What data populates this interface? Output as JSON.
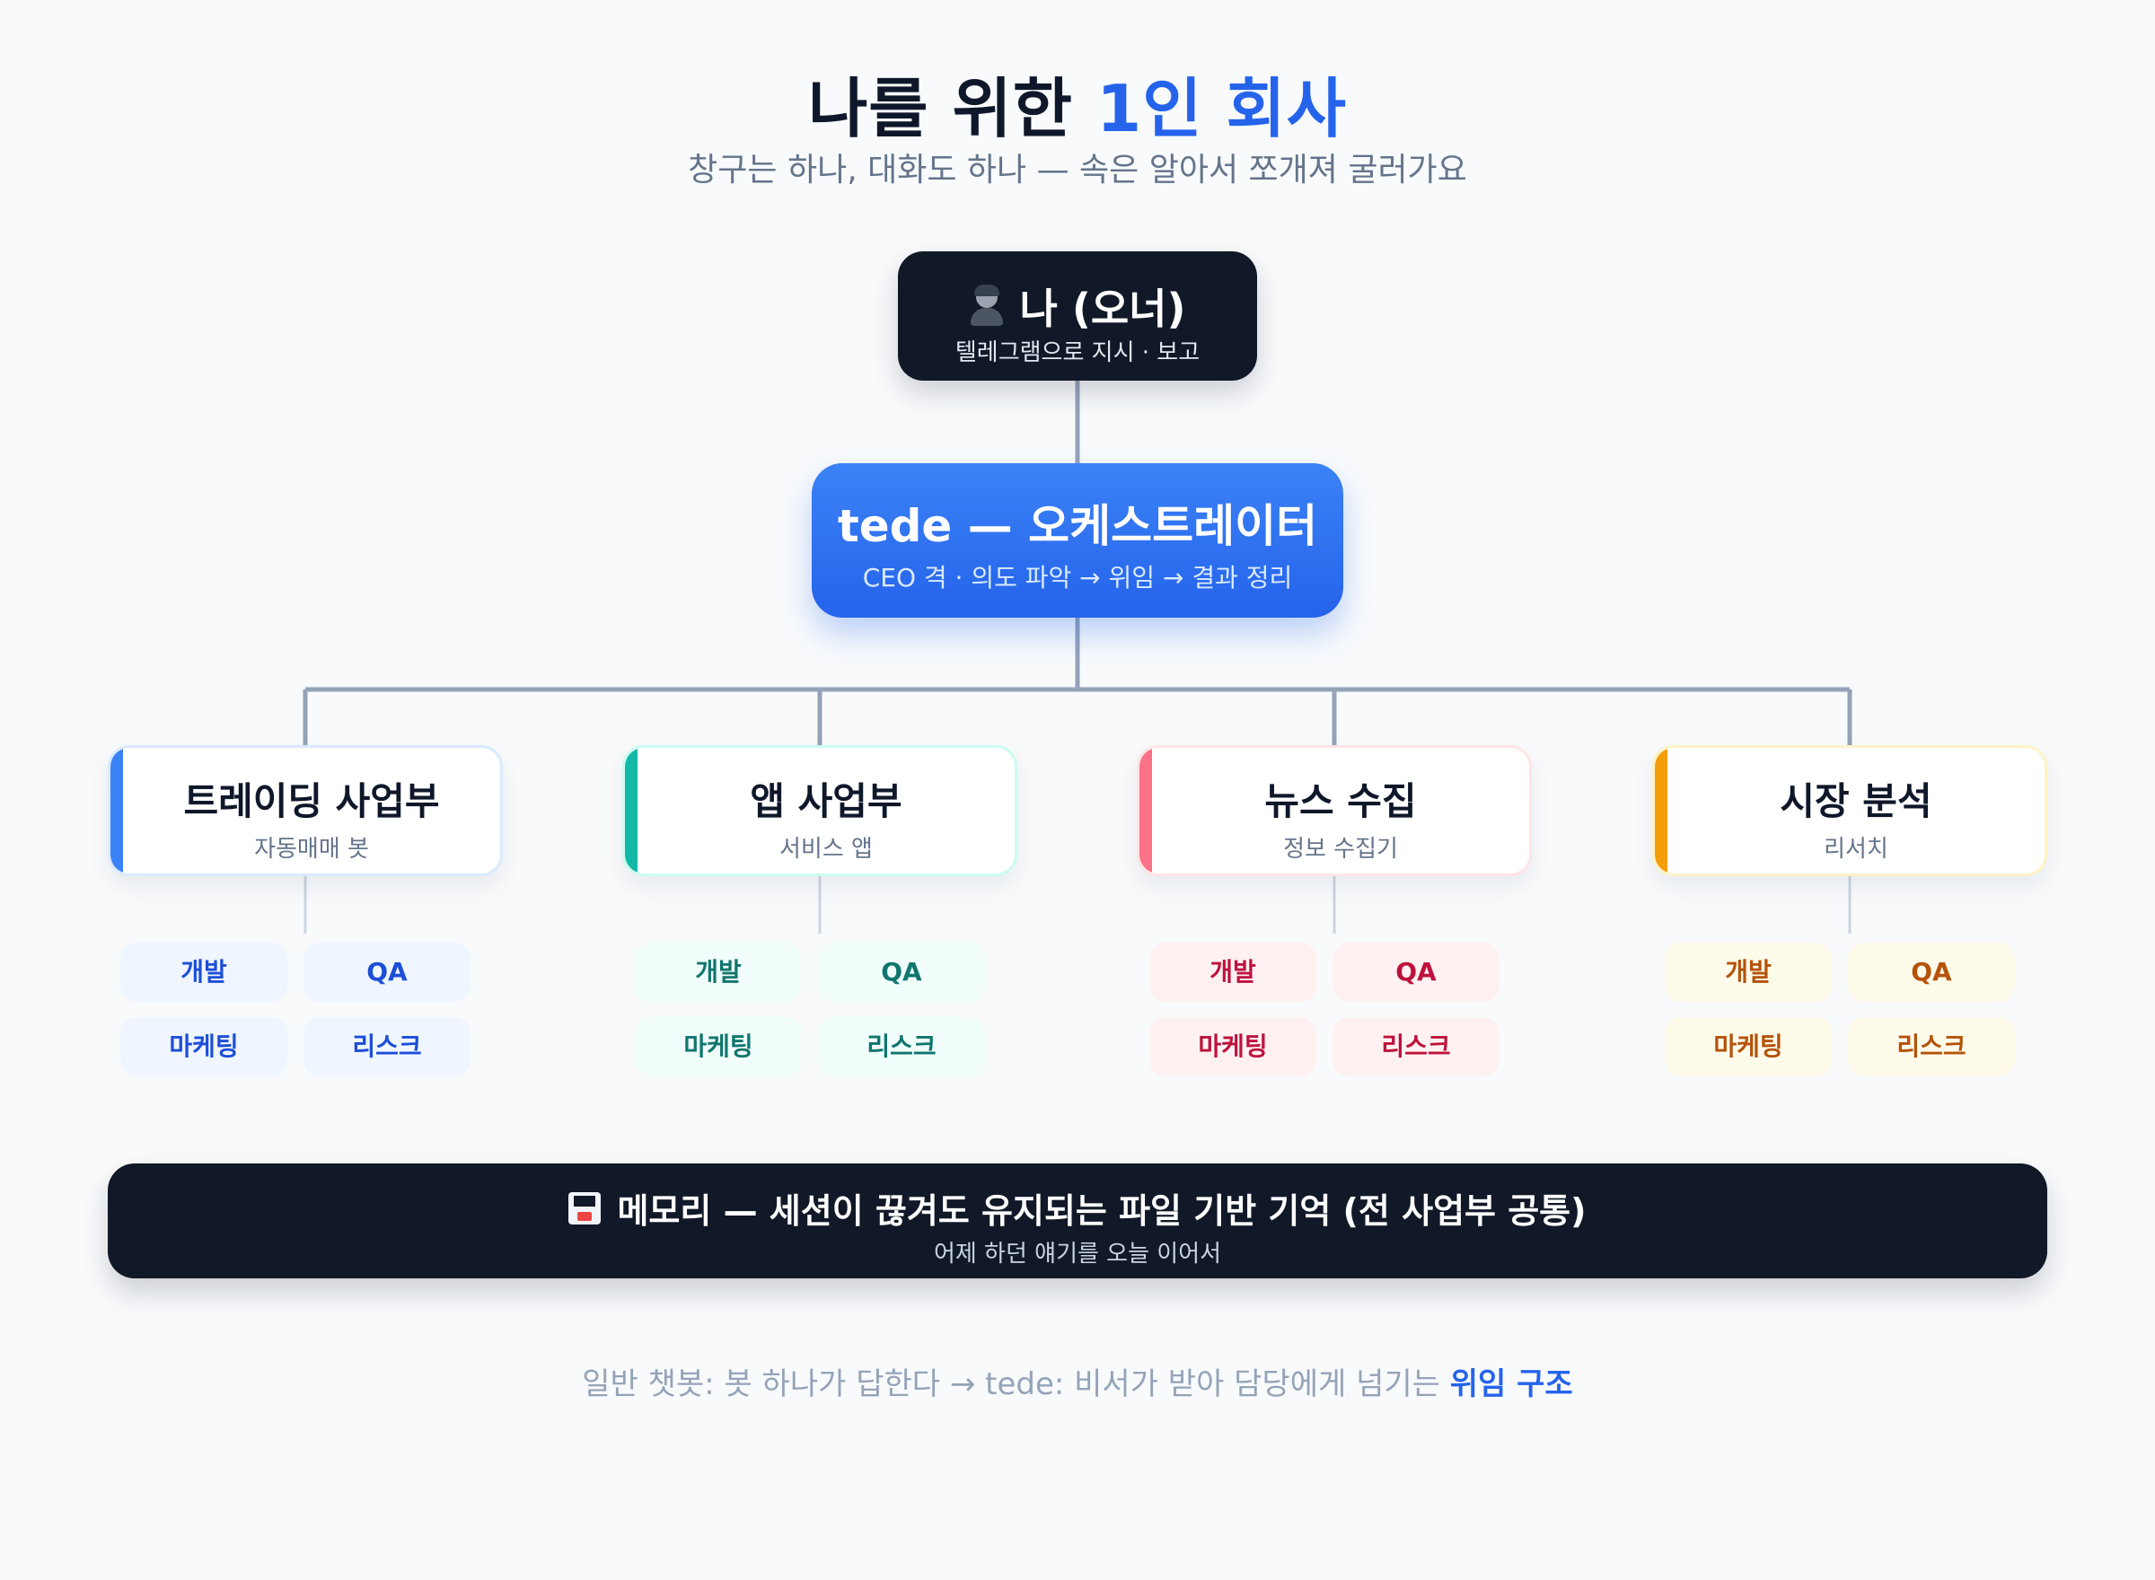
{
  "header": {
    "title_main": "나를 위한 ",
    "title_accent": "1인 회사",
    "subtitle": "창구는 하나, 대화도 하나 — 속은 알아서 쪼개져 굴러가요"
  },
  "owner": {
    "icon": "person-icon",
    "name": "나 (오너)",
    "desc": "텔레그램으로 지시 · 보고"
  },
  "orchestrator": {
    "name": "tede — 오케스트레이터",
    "desc": "CEO 격 · 의도 파악 → 위임 → 결과 정리",
    "color": "#2563eb"
  },
  "departments": [
    {
      "name": "트레이딩 사업부",
      "desc": "자동매매 봇",
      "accent": "#3b82f6",
      "border": "#dbeafe",
      "chip_bg": "#eff6ff",
      "chip_text": "#1d4ed8",
      "teams": [
        "개발",
        "QA",
        "마케팅",
        "리스크"
      ]
    },
    {
      "name": "앱 사업부",
      "desc": "서비스 앱",
      "accent": "#14b8a6",
      "border": "#ccfbf1",
      "chip_bg": "#f0fdfa",
      "chip_text": "#0f766e",
      "teams": [
        "개발",
        "QA",
        "마케팅",
        "리스크"
      ]
    },
    {
      "name": "뉴스 수집",
      "desc": "정보 수집기",
      "accent": "#fb7185",
      "border": "#ffe4e6",
      "chip_bg": "#fff1f2",
      "chip_text": "#be123c",
      "teams": [
        "개발",
        "QA",
        "마케팅",
        "리스크"
      ]
    },
    {
      "name": "시장 분석",
      "desc": "리서치",
      "accent": "#f59e0b",
      "border": "#fef3c7",
      "chip_bg": "#fffbeb",
      "chip_text": "#b45309",
      "teams": [
        "개발",
        "QA",
        "마케팅",
        "리스크"
      ]
    }
  ],
  "memory": {
    "icon": "floppy-disk-icon",
    "name": "메모리 — 세션이 끊겨도 유지되는 파일 기반 기억 (전 사업부 공통)",
    "desc": "어제 하던 얘기를 오늘 이어서"
  },
  "footer": {
    "text": "일반 챗봇: 봇 하나가 답한다 → tede: 비서가 받아 담당에게 넘기는 ",
    "emphasis": "위임 구조"
  }
}
